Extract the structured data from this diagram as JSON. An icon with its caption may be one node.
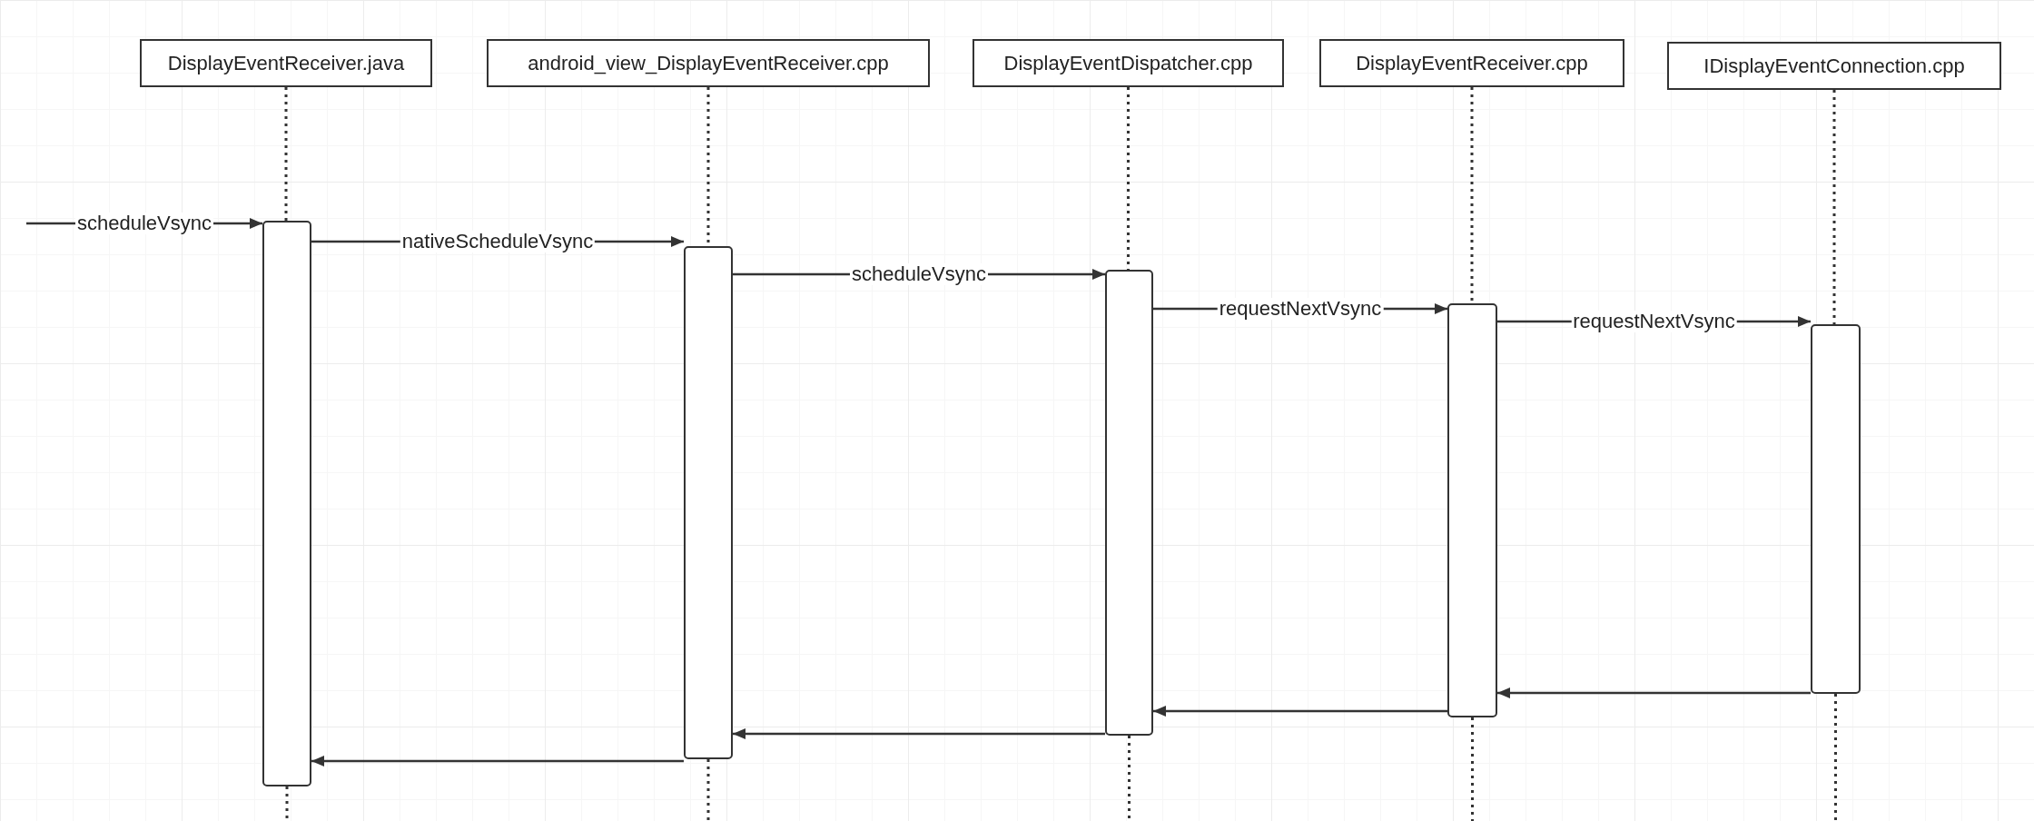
{
  "diagram": {
    "nodes": [
      {
        "text": [
          "DisplayEventReceiver.java"
        ]
      },
      {
        "text": [
          "android_view_DisplayEventReceiver.cpp"
        ]
      },
      {
        "text": [
          "DisplayEventDispatcher.cpp"
        ]
      },
      {
        "text": [
          "DisplayEventReceiver.cpp"
        ]
      },
      {
        "text": [
          "IDisplayEventConnection.cpp"
        ]
      },
      {
        "text": [],
        "shape": "bar"
      },
      {
        "text": [],
        "shape": "bar"
      },
      {
        "text": [],
        "shape": "bar"
      },
      {
        "text": [],
        "shape": "bar"
      },
      {
        "text": [],
        "shape": "bar"
      }
    ],
    "edges": [
      {
        "from": 0,
        "to": 5,
        "arrow": "none",
        "style": "dashed"
      },
      {
        "from": 1,
        "to": 6,
        "arrow": "none",
        "style": "dashed"
      },
      {
        "from": 2,
        "to": 7,
        "arrow": "none",
        "style": "dashed"
      },
      {
        "from": 3,
        "to": 8,
        "arrow": "none",
        "style": "dashed"
      },
      {
        "from": 4,
        "to": 9,
        "arrow": "none",
        "style": "dashed"
      },
      {
        "from": null,
        "to": 5,
        "label": "scheduleVsync",
        "arrow": "to"
      },
      {
        "from": 5,
        "to": 6,
        "label": "nativeScheduleVsync",
        "arrow": "to"
      },
      {
        "from": 6,
        "to": 7,
        "label": "scheduleVsync",
        "arrow": "to"
      },
      {
        "from": 7,
        "to": 8,
        "label": "requestNextVsync",
        "arrow": "to"
      },
      {
        "from": 8,
        "to": 9,
        "label": "requestNextVsync",
        "arrow": "to"
      },
      {
        "from": 9,
        "to": 8,
        "arrow": "to"
      },
      {
        "from": 8,
        "to": 7,
        "arrow": "to"
      },
      {
        "from": 7,
        "to": 6,
        "arrow": "to"
      },
      {
        "from": 6,
        "to": 5,
        "arrow": "to"
      }
    ]
  }
}
